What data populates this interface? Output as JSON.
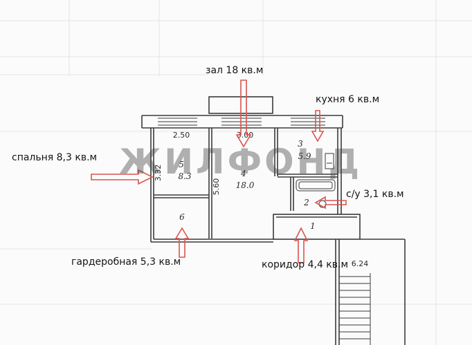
{
  "watermark": "ЖИЛФОНД",
  "colors": {
    "arrow": "#d9534f",
    "wall": "#3a3a3a",
    "text": "#141414"
  },
  "labels": {
    "hall": "зал 18 кв.м",
    "kitchen": "кухня 6 кв.м",
    "bedroom": "спальня 8,3 кв.м",
    "bathroom": "с/у 3,1 кв.м",
    "wardrobe": "гардеробная 5,3 кв.м",
    "corridor": "коридор 4,4 кв.м"
  },
  "plan": {
    "room5": {
      "num": "5",
      "area": "8.3"
    },
    "room4": {
      "num": "4",
      "area": "18.0"
    },
    "room3": {
      "num": "3",
      "area": "5.9"
    },
    "room2": {
      "num": "2"
    },
    "room6": {
      "num": "6"
    },
    "room1": {
      "num": "1"
    },
    "dims": {
      "w_bedroom": "2.50",
      "w_hall": "3.00",
      "h_bedroom": "3.32",
      "h_hall": "5.60",
      "stair": "6.24"
    }
  }
}
